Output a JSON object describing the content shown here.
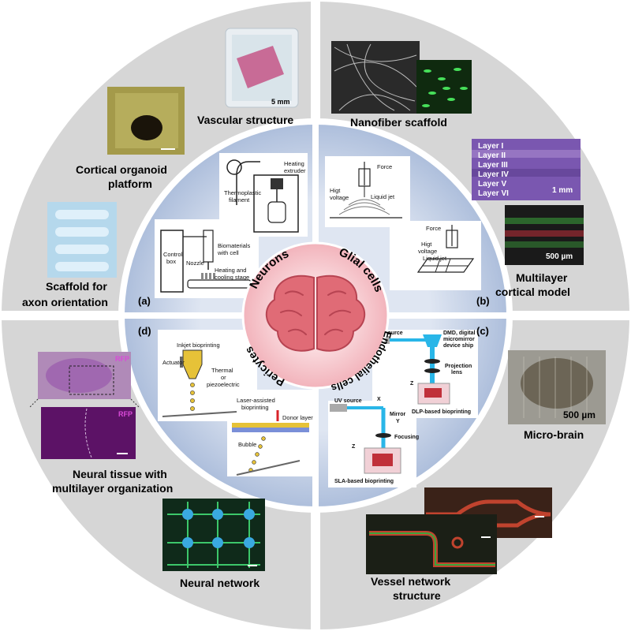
{
  "center": {
    "neurons": "Neurons",
    "glial": "Glial cells",
    "endothelial": "Endothelial cells",
    "pericytes": "Pericytes"
  },
  "panels": {
    "a": "(a)",
    "b": "(b)",
    "c": "(c)",
    "d": "(d)"
  },
  "panel_a": {
    "heating_extruder": [
      "Heating",
      "extruder"
    ],
    "thermoplastic": [
      "Thermoplastic",
      "filament"
    ],
    "biomaterials": [
      "Biomaterials",
      "with cell"
    ],
    "control_box": [
      "Control",
      "box"
    ],
    "nozzle": "Nozzle",
    "heating_stage": [
      "Heating and",
      "cooling stage"
    ]
  },
  "panel_b": {
    "force_top": "Force",
    "voltage_top": [
      "Higt",
      "voltage"
    ],
    "liquid_jet_top": "Liquid jet",
    "force_bottom": "Force",
    "voltage_bottom": [
      "Higt",
      "voltage"
    ],
    "liquid_jet_bottom": "Liquid jet"
  },
  "panel_c": {
    "uv_source_top": "UV source",
    "dmd": [
      "DMD, digital",
      "micromirror",
      "device ship"
    ],
    "projection": [
      "Projection",
      "lens"
    ],
    "z_top": "Z",
    "dlp": "DLP-based bioprinting",
    "uv_source_bottom": "UV source",
    "x": "X",
    "mirror": "Mirror",
    "y": "Y",
    "focusing": "Focusing",
    "z_bottom": "Z",
    "sla": "SLA-based bioprinting"
  },
  "panel_d": {
    "inkjet": "Inkjet bioprinting",
    "actuator": "Actuator",
    "thermal": [
      "Thermal",
      "or",
      "piezoelectric"
    ],
    "laser": [
      "Laser-assisted",
      "bioprinting"
    ],
    "donor": "Donor layer",
    "bubble": "Bubble"
  },
  "outer": {
    "vascular": "Vascular structure",
    "scale_5mm": "5 mm",
    "cortical_organoid": [
      "Cortical organoid",
      "platform"
    ],
    "scaffold_axon": [
      "Scaffold for",
      "axon orientation"
    ],
    "nanofiber": "Nanofiber scaffold",
    "layers": [
      "Layer I",
      "Layer II",
      "Layer III",
      "Layer IV",
      "Layer V",
      "Layer VI"
    ],
    "scale_1mm": "1 mm",
    "scale_500um_a": "500 µm",
    "multilayer": [
      "Multilayer",
      "cortical model"
    ],
    "scale_500um_b": "500 µm",
    "micro_brain": "Micro-brain",
    "neural_tissue": [
      "Neural tissue with",
      "multilayer organization"
    ],
    "rfp_a": "RFP",
    "rfp_b": "RFP",
    "neural_network": "Neural network",
    "vessel": [
      "Vessel network",
      "structure"
    ]
  },
  "colors": {
    "outer_ring": "#d4d4d4",
    "mid_ring": "#ffffff",
    "quadrant": "#c3cfe4",
    "center": "#f6c9cf",
    "brain": "#e06b76"
  }
}
